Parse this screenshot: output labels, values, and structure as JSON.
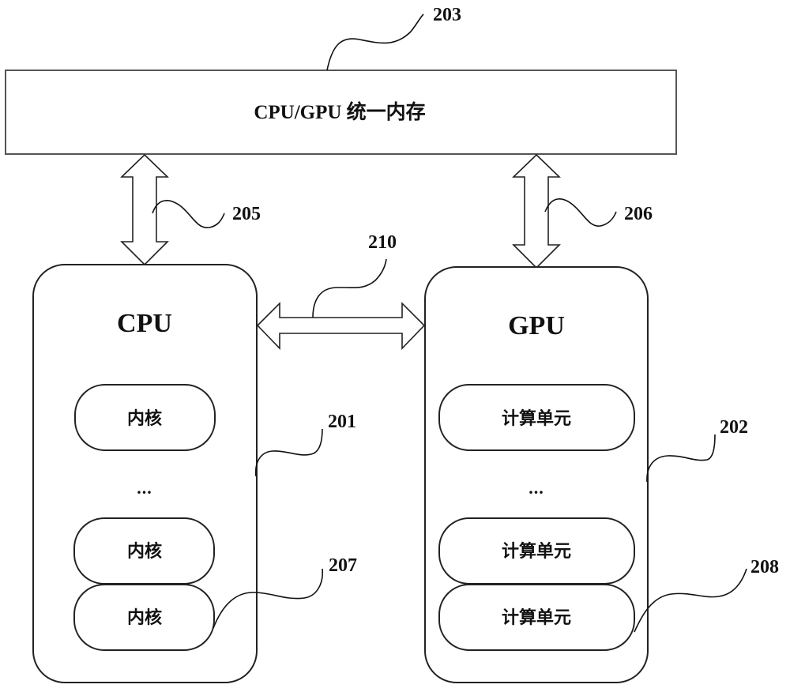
{
  "memory": {
    "label": "CPU/GPU 统一内存",
    "ref": "203"
  },
  "cpu": {
    "title": "CPU",
    "ref": "201",
    "units": [
      "内核",
      "内核",
      "内核"
    ],
    "ellipsis": "...",
    "unit_ref": "207"
  },
  "gpu": {
    "title": "GPU",
    "ref": "202",
    "units": [
      "计算单元",
      "计算单元",
      "计算单元"
    ],
    "ellipsis": "...",
    "unit_ref": "208"
  },
  "links": {
    "cpu_memory_ref": "205",
    "gpu_memory_ref": "206",
    "cpu_gpu_ref": "210"
  }
}
